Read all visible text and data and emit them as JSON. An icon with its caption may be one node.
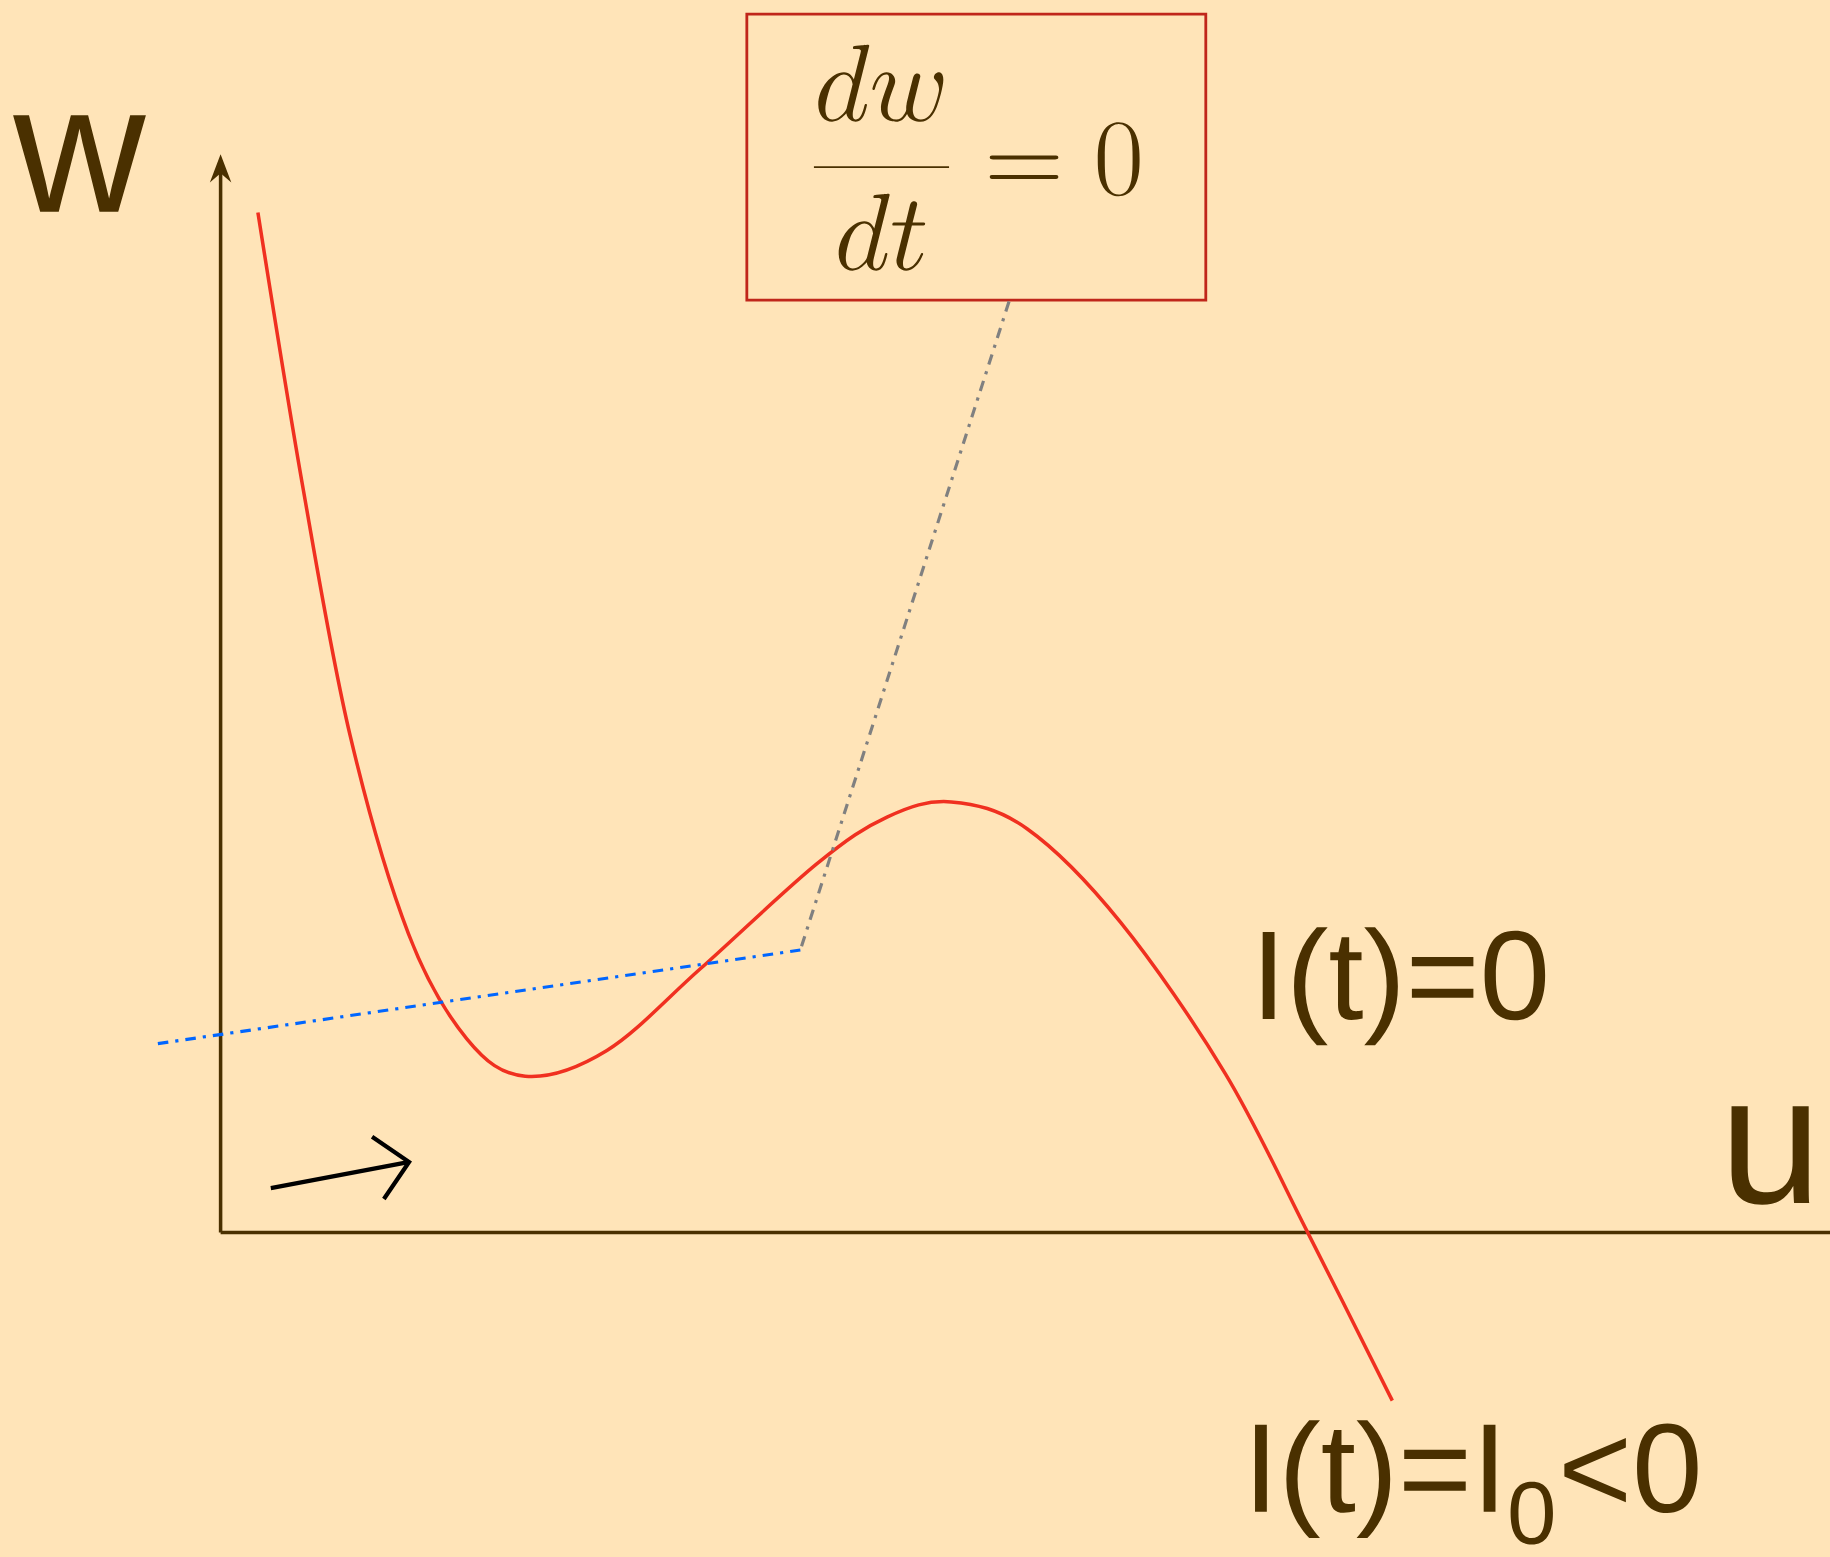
{
  "diagram": {
    "nodes": [
      {
        "text": [
          "\\frac{dw}{dt}=0"
        ]
      },
      {
        "text": [],
        "shape": "line"
      }
    ],
    "edges": [
      {
        "from": 0,
        "to": 1,
        "arrow": "none",
        "style": "dashed"
      }
    ],
    "labels": [
      "w",
      "I(t)=0",
      "u",
      "I(t)=I$_{0}$<0"
    ]
  }
}
